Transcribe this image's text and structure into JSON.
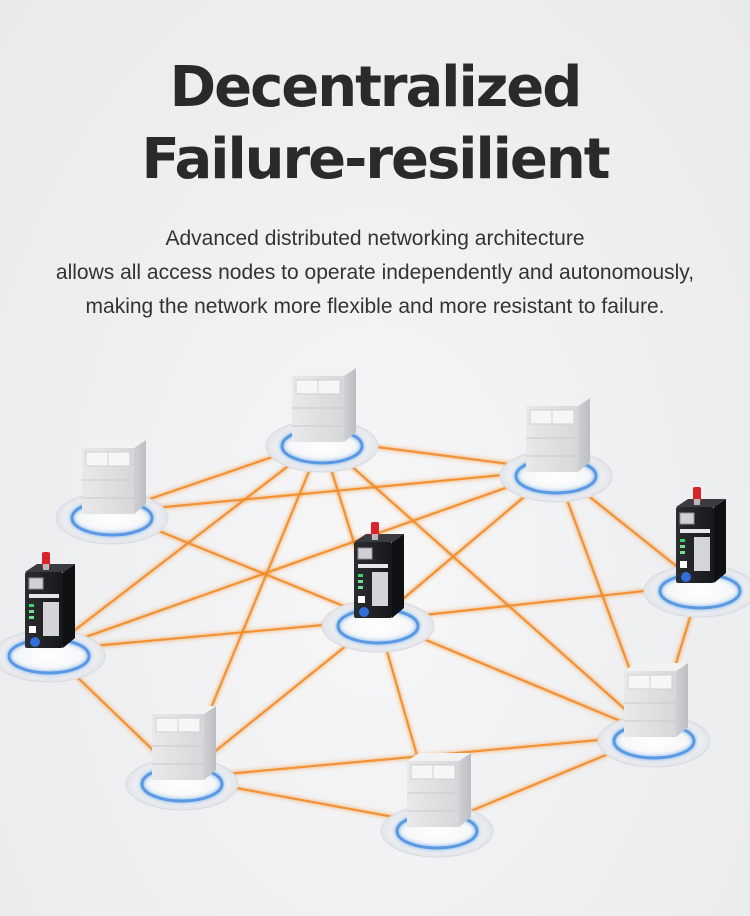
{
  "heading": {
    "line1": "Decentralized",
    "line2": "Failure-resilient"
  },
  "description": {
    "line1": "Advanced distributed networking architecture",
    "line2": "allows all access nodes to operate independently and autonomously,",
    "line3": "making the network more flexible and more resistant to failure."
  },
  "colors": {
    "link": "#f28c28",
    "ring": "#4a90e2",
    "text": "#2a2a2a"
  },
  "nodes": [
    {
      "id": "n1",
      "kind": "module"
    },
    {
      "id": "n2",
      "kind": "module"
    },
    {
      "id": "n3",
      "kind": "module"
    },
    {
      "id": "n4",
      "kind": "gateway"
    },
    {
      "id": "n5",
      "kind": "gateway"
    },
    {
      "id": "n6",
      "kind": "gateway"
    },
    {
      "id": "n7",
      "kind": "module"
    },
    {
      "id": "n8",
      "kind": "module"
    },
    {
      "id": "n9",
      "kind": "module"
    }
  ],
  "links": [
    [
      "n1",
      "n2"
    ],
    [
      "n1",
      "n3"
    ],
    [
      "n1",
      "n5"
    ],
    [
      "n1",
      "n7"
    ],
    [
      "n1",
      "n4"
    ],
    [
      "n1",
      "n9"
    ],
    [
      "n2",
      "n3"
    ],
    [
      "n2",
      "n5"
    ],
    [
      "n3",
      "n5"
    ],
    [
      "n3",
      "n6"
    ],
    [
      "n3",
      "n9"
    ],
    [
      "n3",
      "n4"
    ],
    [
      "n4",
      "n5"
    ],
    [
      "n4",
      "n7"
    ],
    [
      "n5",
      "n6"
    ],
    [
      "n5",
      "n7"
    ],
    [
      "n5",
      "n8"
    ],
    [
      "n5",
      "n9"
    ],
    [
      "n6",
      "n9"
    ],
    [
      "n7",
      "n8"
    ],
    [
      "n7",
      "n9"
    ],
    [
      "n8",
      "n9"
    ]
  ]
}
